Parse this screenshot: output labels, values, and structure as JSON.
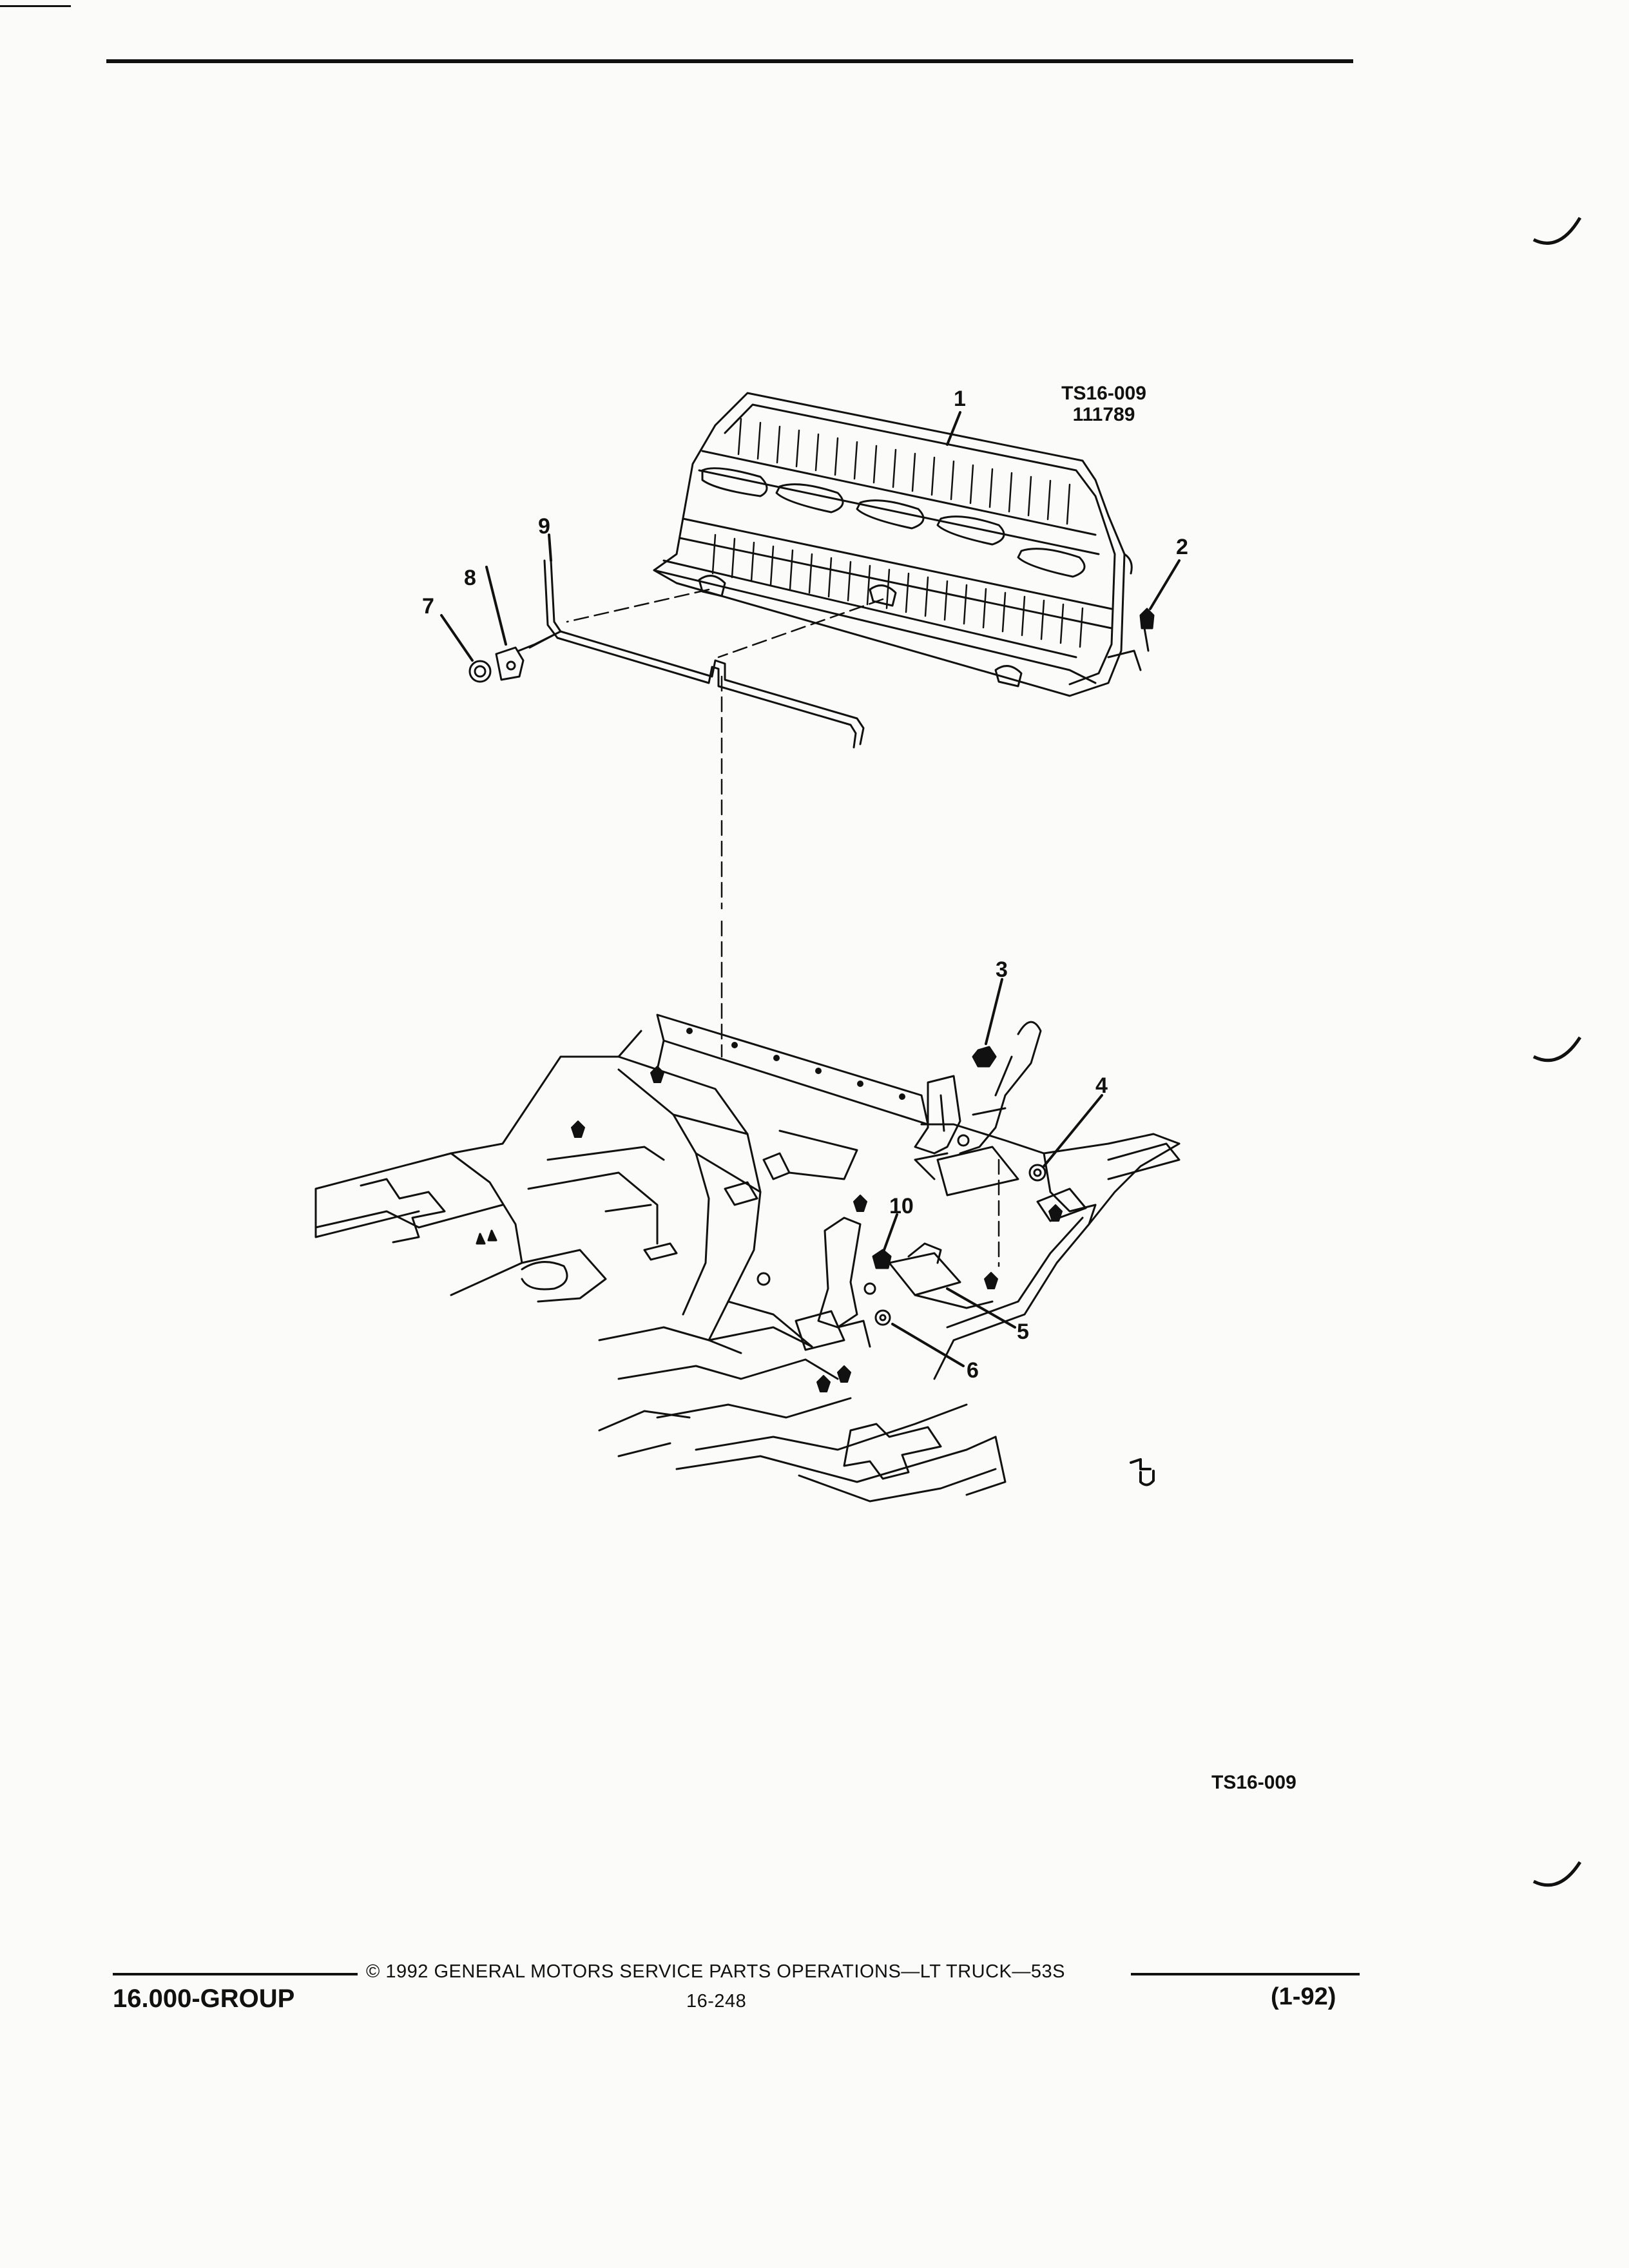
{
  "figure": {
    "code": "TS16-009",
    "number": "111789",
    "footer_code": "TS16-009",
    "callouts": [
      "1",
      "2",
      "3",
      "4",
      "5",
      "6",
      "7",
      "8",
      "9",
      "10"
    ]
  },
  "footer": {
    "copyright": "© 1992 GENERAL MOTORS SERVICE PARTS OPERATIONS—LT TRUCK—53S",
    "page": "16-248",
    "group": "16.000-GROUP",
    "date": "(1-92)"
  }
}
